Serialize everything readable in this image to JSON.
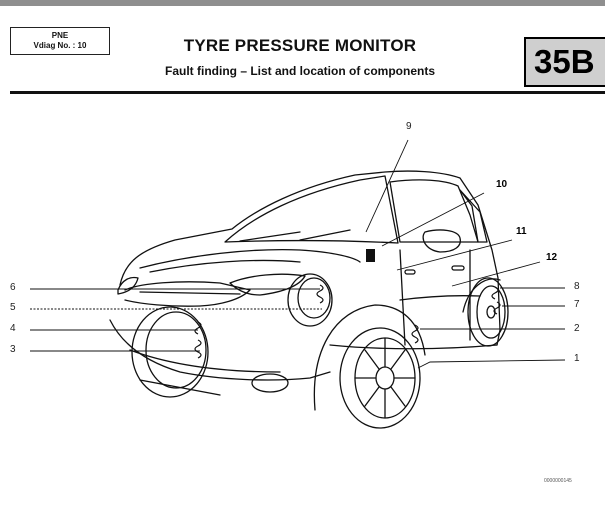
{
  "header": {
    "ref_line1": "PNE",
    "ref_line2": "Vdiag No. : 10",
    "title": "TYRE PRESSURE MONITOR",
    "subtitle": "Fault finding – List and location of components",
    "section": "35B"
  },
  "diagram": {
    "callouts": {
      "c1": "1",
      "c2": "2",
      "c3": "3",
      "c4": "4",
      "c5": "5",
      "c6": "6",
      "c7": "7",
      "c8": "8",
      "c9": "9",
      "c10": "10",
      "c11": "11",
      "c12": "12"
    },
    "figure_ref": "0000000145"
  }
}
